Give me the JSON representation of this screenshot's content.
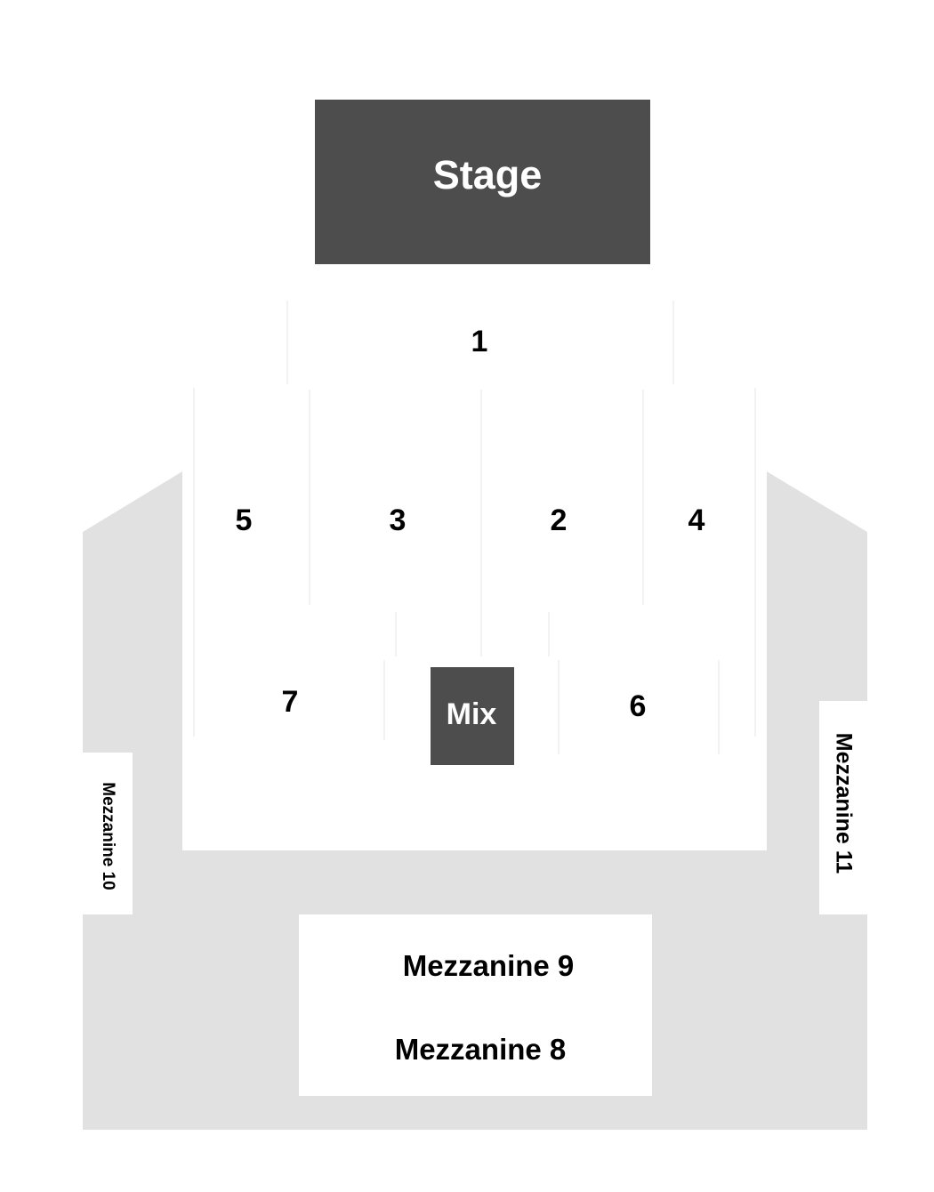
{
  "colors": {
    "background": "#ffffff",
    "venue_floor": "#e1e1e1",
    "section_fill": "#ffffff",
    "section_edge": "#f1f1f1",
    "fixture_fill": "#4d4d4d",
    "fixture_text": "#ffffff",
    "label_text": "#000000"
  },
  "map": {
    "stage_label": "Stage",
    "mix_label": "Mix",
    "sections": {
      "s1": "1",
      "s2": "2",
      "s3": "3",
      "s4": "4",
      "s5": "5",
      "s6": "6",
      "s7": "7"
    },
    "mezzanines": {
      "m8": "Mezzanine 8",
      "m9": "Mezzanine 9",
      "m10": "Mezzanine 10",
      "m11": "Mezzanine 11"
    }
  }
}
